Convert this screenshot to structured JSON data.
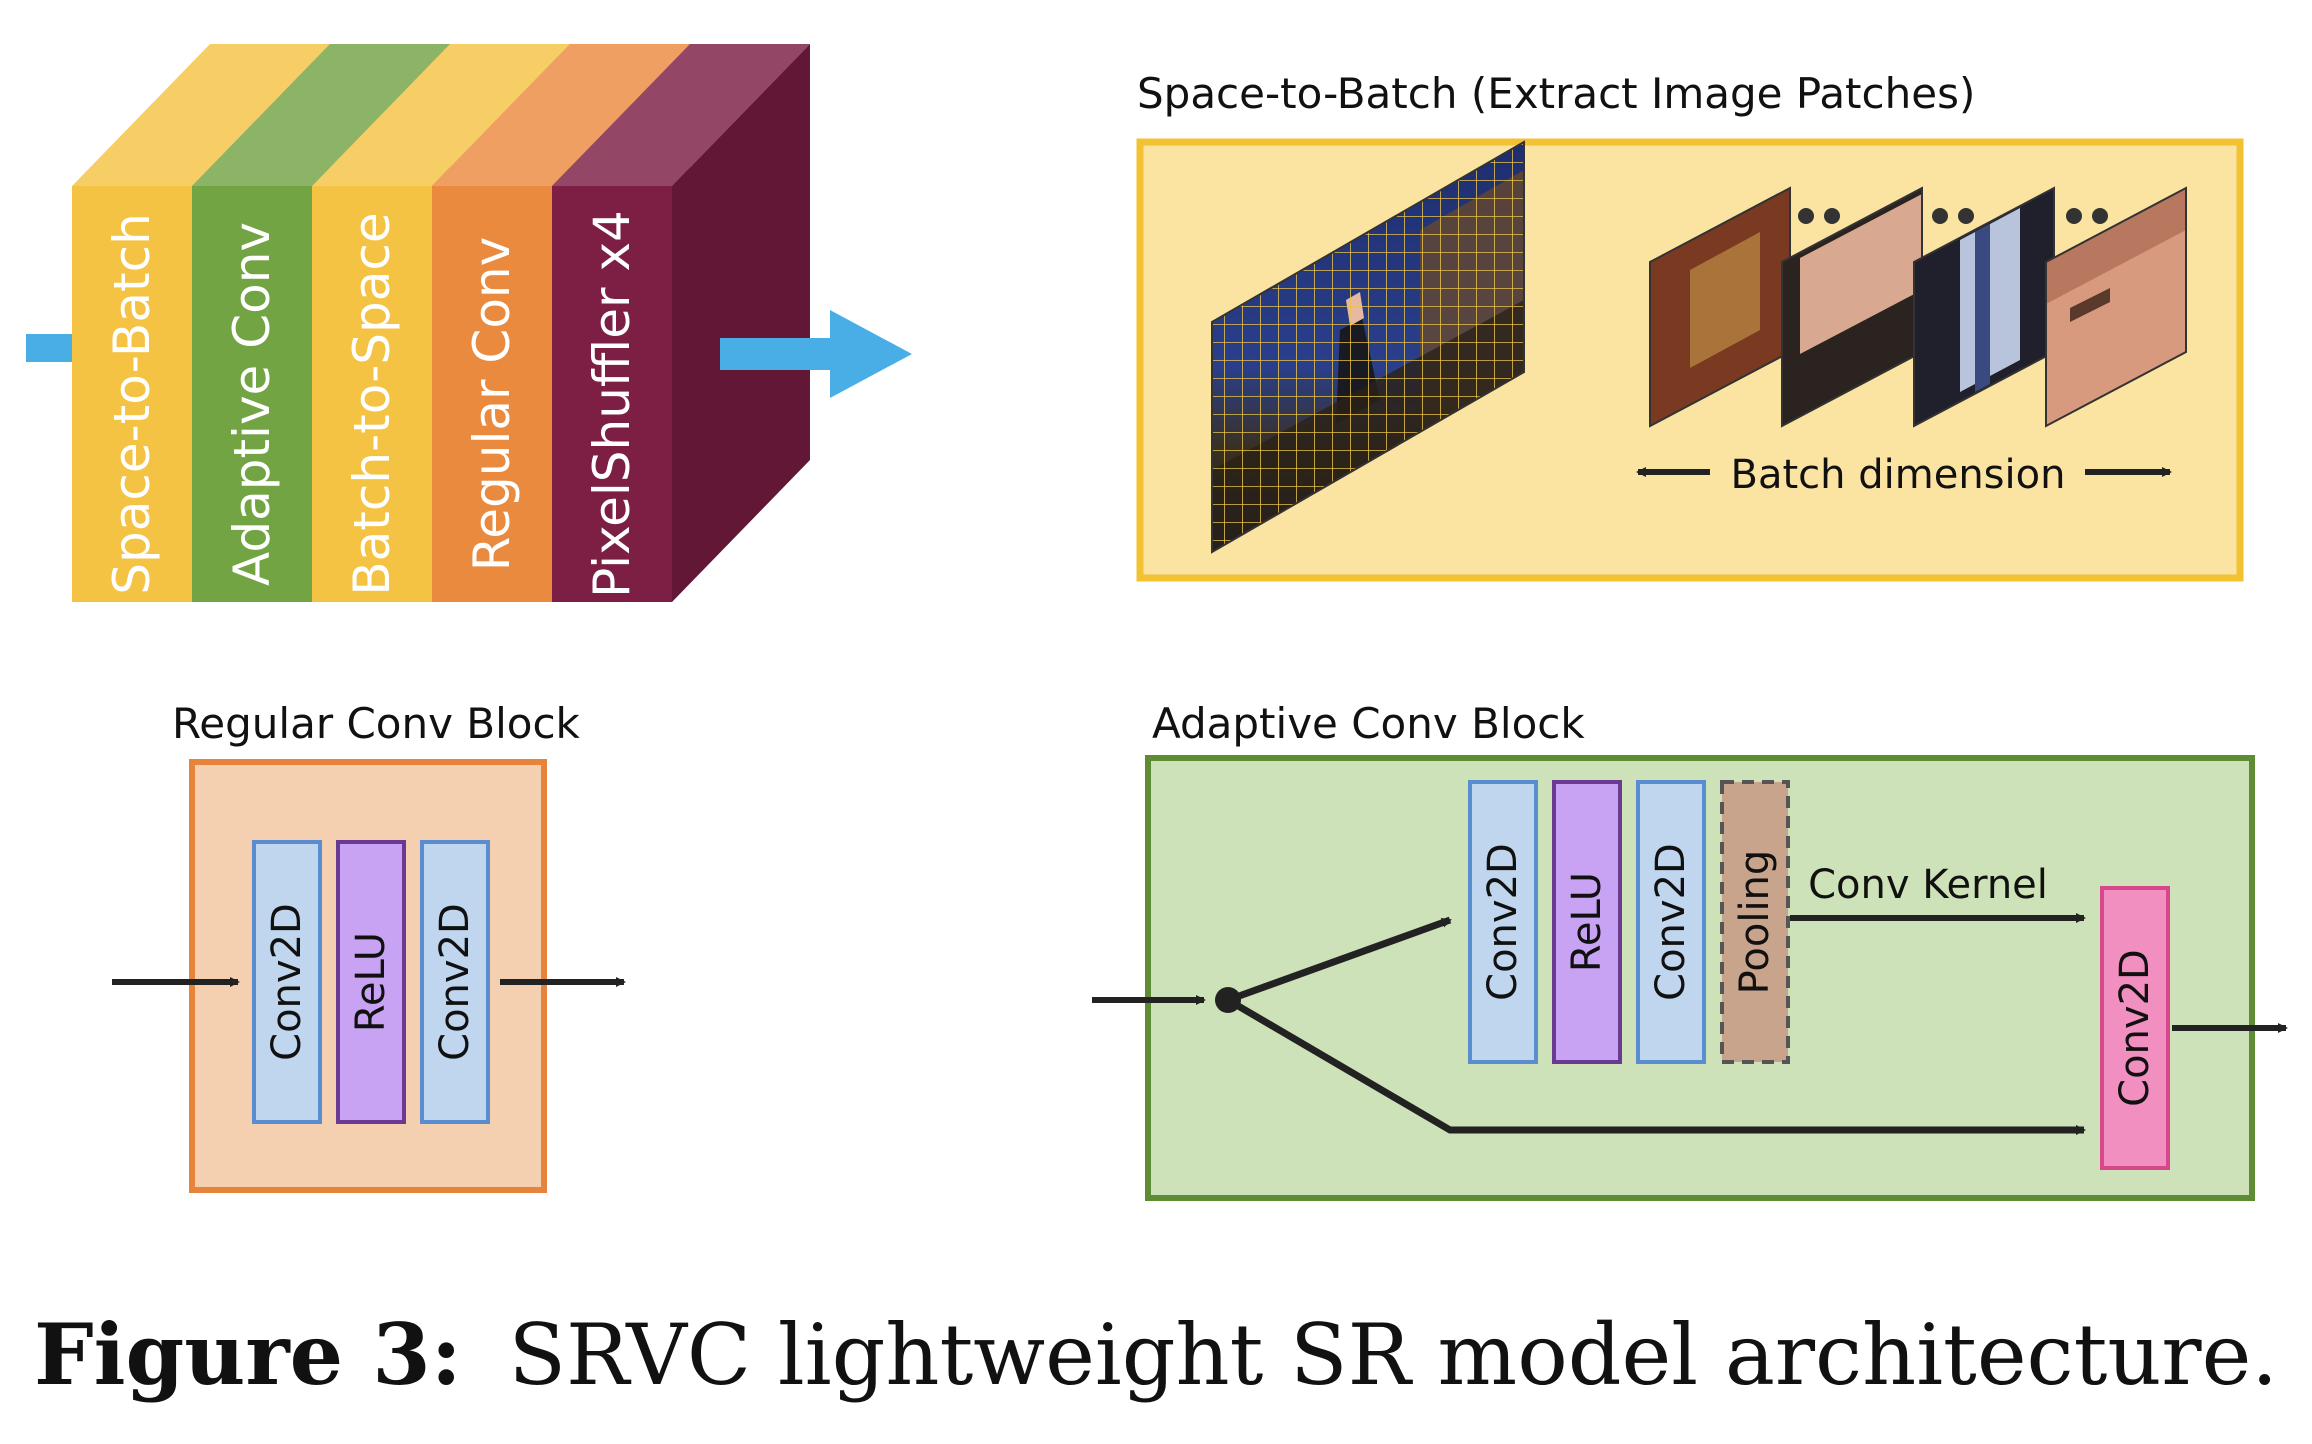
{
  "colors": {
    "yellow": "#F5C343",
    "green": "#72A444",
    "orange": "#EA8A3E",
    "maroon": "#7D1E45",
    "blue_arrow": "#4AAEE6",
    "conv_fill": "#BFD6EE",
    "conv_stroke": "#5A8DD0",
    "relu_fill": "#C8A3F3",
    "relu_stroke": "#6A3A92",
    "pool_fill": "#C9A48C",
    "pink_fill": "#F08FC0",
    "pink_stroke": "#D8478E",
    "regular_block_fill": "#F5D0B0",
    "adaptive_block_fill": "#CDE2B8",
    "batch_panel_fill": "#FBE3A1"
  },
  "stack": {
    "layers": [
      {
        "label": "Space-to-Batch",
        "color": "yellow"
      },
      {
        "label": "Adaptive Conv",
        "color": "green"
      },
      {
        "label": "Batch-to-Space",
        "color": "yellow"
      },
      {
        "label": "Regular Conv",
        "color": "orange"
      },
      {
        "label": "PixelShuffler x4",
        "color": "maroon"
      }
    ]
  },
  "space_to_batch": {
    "title": "Space-to-Batch (Extract Image Patches)",
    "batch_dimension_label": "Batch dimension"
  },
  "regular_block": {
    "title": "Regular Conv Block",
    "layers": [
      "Conv2D",
      "ReLU",
      "Conv2D"
    ]
  },
  "adaptive_block": {
    "title": "Adaptive Conv Block",
    "layers": [
      "Conv2D",
      "ReLU",
      "Conv2D",
      "Pooling"
    ],
    "kernel_label": "Conv Kernel",
    "output_layer": "Conv2D"
  },
  "caption": {
    "bold": "Figure 3:",
    "text": "SRVC lightweight SR model architecture."
  }
}
